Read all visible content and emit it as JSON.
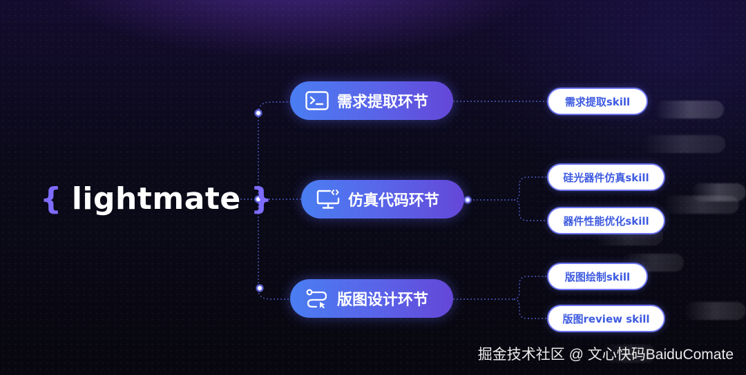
{
  "logo": {
    "brace_open": "{",
    "brace_close": "}",
    "text": "lightmate"
  },
  "stages": [
    {
      "label": "需求提取环节",
      "icon": "terminal-icon",
      "skills": [
        {
          "label": "需求提取skill"
        }
      ]
    },
    {
      "label": "仿真代码环节",
      "icon": "monitor-code-icon",
      "skills": [
        {
          "label": "硅光器件仿真skill"
        },
        {
          "label": "器件性能优化skill"
        }
      ]
    },
    {
      "label": "版图设计环节",
      "icon": "route-path-icon",
      "skills": [
        {
          "label": "版图绘制skill"
        },
        {
          "label": "版图review skill"
        }
      ]
    }
  ],
  "watermark": "掘金技术社区 @ 文心快码BaiduComate",
  "colors": {
    "accent_brace": "#7d6cff",
    "stage_gradient_start": "#4a7df2",
    "stage_gradient_end": "#6447d8",
    "skill_text": "#3d5ae0",
    "connector": "#4d5bc4"
  }
}
